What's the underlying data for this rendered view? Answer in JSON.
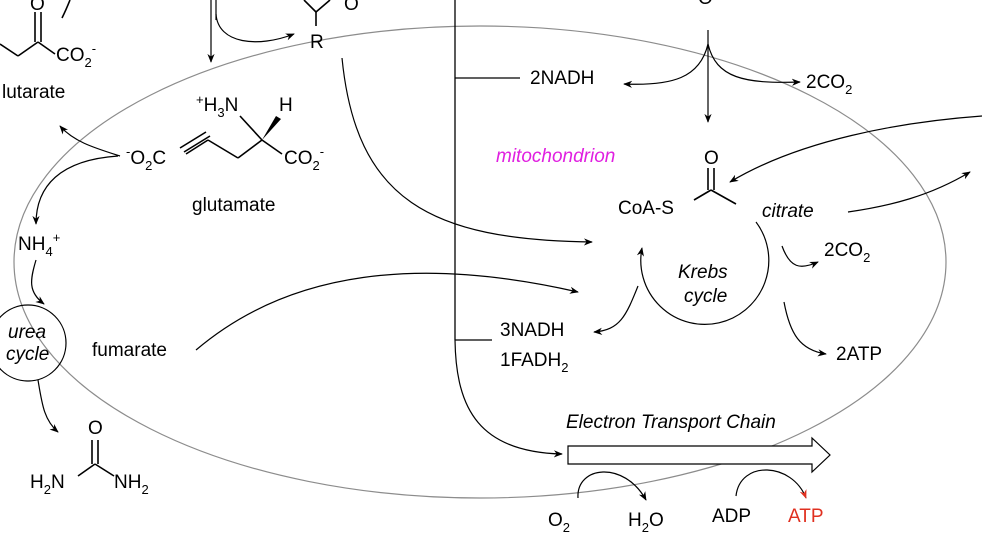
{
  "colors": {
    "membrane": "#8c8c8c",
    "compartment_label": "#e020e0",
    "product_highlight": "#e03020",
    "ink": "#000000"
  },
  "compartment": {
    "label": "mitochondrion"
  },
  "molecules": {
    "ketoglutarate": {
      "name": "lutarate",
      "carboxylate": "CO",
      "carboxylate_sub": "2",
      "charge": "-",
      "oxygen": "O"
    },
    "top_fragment": {
      "r_group": "R",
      "oxide": "O",
      "charge": "-"
    },
    "top_right_atom": "O",
    "glutamate": {
      "name": "glutamate",
      "amine": "H",
      "amine_sup": "+",
      "amine_sub": "3",
      "amine_n": "N",
      "hydrogen": "H",
      "left_carboxylate_charge": "-",
      "left_carboxylate": "O",
      "left_sub": "2",
      "left_c": "C",
      "right_carboxylate": "CO",
      "right_sub": "2",
      "right_charge": "-"
    },
    "ammonium": {
      "base": "NH",
      "sub": "4",
      "sup": "+"
    },
    "urea": {
      "oxygen": "O",
      "left": "H",
      "left_sub": "2",
      "left_n": "N",
      "right": "NH",
      "right_sub": "2"
    },
    "fumarate": "fumarate",
    "acetyl_coa": {
      "label": "CoA-S",
      "oxygen": "O"
    },
    "citrate": "citrate"
  },
  "cycles": {
    "urea": {
      "line1": "urea",
      "line2": "cycle"
    },
    "krebs": {
      "line1": "Krebs",
      "line2": "cycle"
    }
  },
  "products": {
    "nadh_top": "2NADH",
    "co2_top": {
      "base": "2CO",
      "sub": "2"
    },
    "co2_krebs": {
      "base": "2CO",
      "sub": "2"
    },
    "nadh_bottom": "3NADH",
    "fadh2": {
      "base": "1FADH",
      "sub": "2"
    },
    "atp_krebs": "2ATP"
  },
  "etc": {
    "title": "Electron Transport Chain",
    "o2": {
      "base": "O",
      "sub": "2"
    },
    "h2o": {
      "base": "H",
      "sub": "2",
      "tail": "O"
    },
    "adp": "ADP",
    "atp": "ATP"
  }
}
